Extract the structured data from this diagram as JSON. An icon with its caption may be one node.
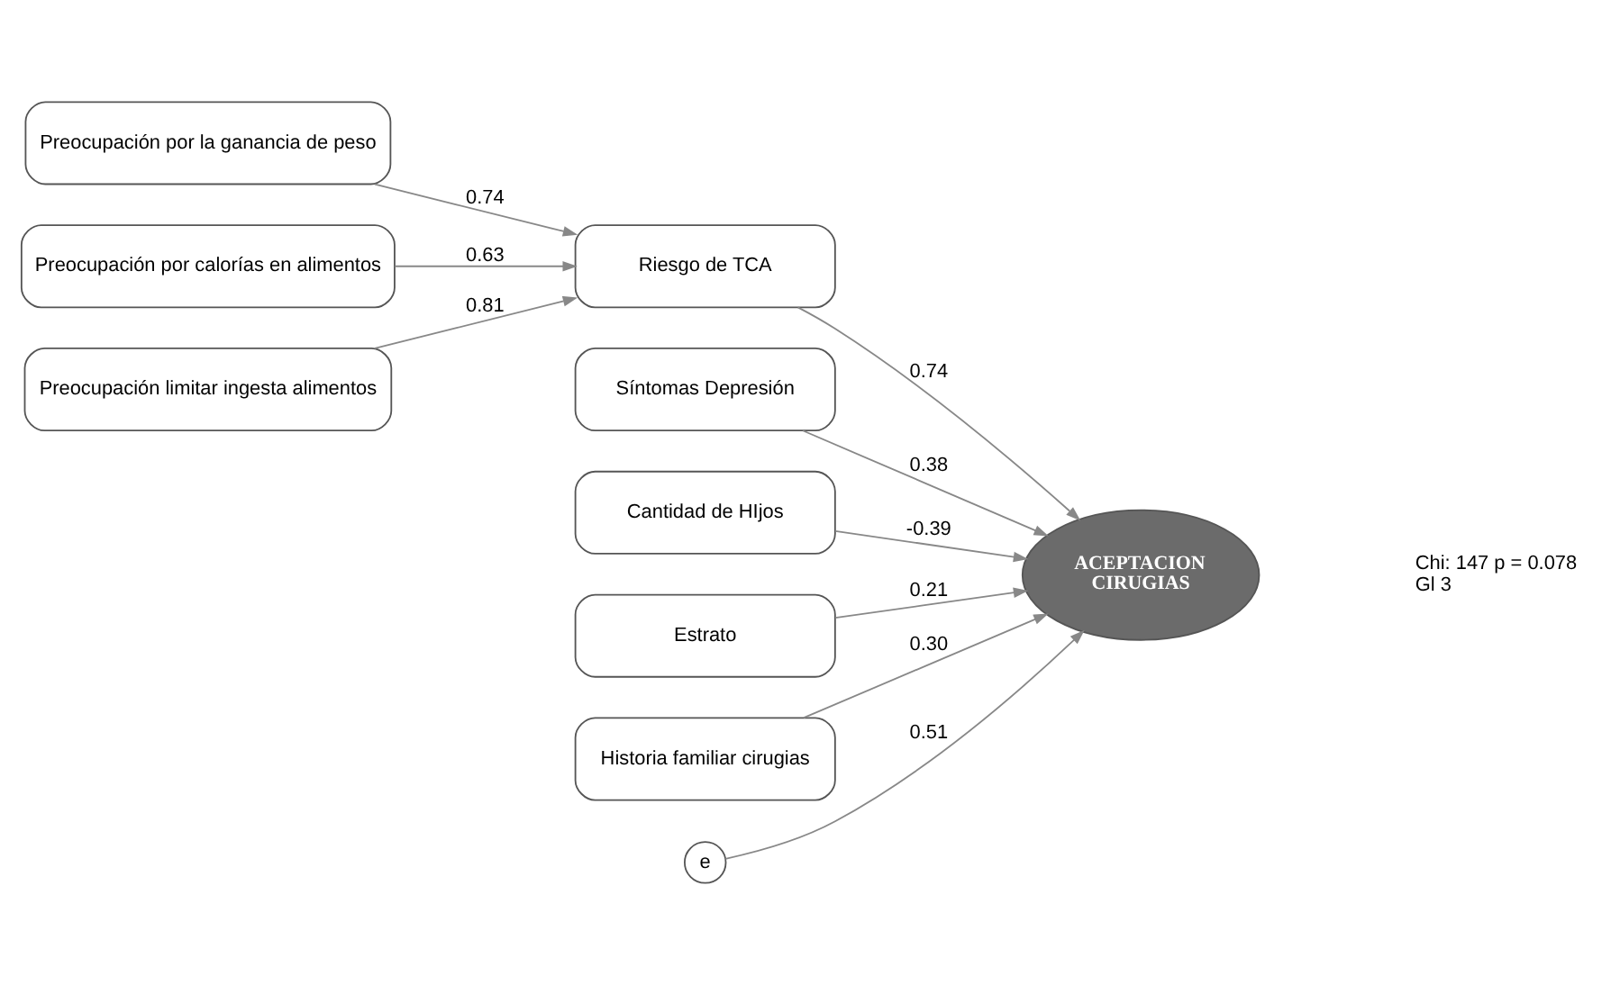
{
  "diagram": {
    "nodes": [
      {
        "text": [
          "Preocupación por la ganancia de peso"
        ]
      },
      {
        "text": [
          "Preocupación por calorías en alimentos"
        ]
      },
      {
        "text": [
          "Preocupación limitar ingesta alimentos"
        ]
      },
      {
        "text": [
          "Síntomas Depresión"
        ]
      },
      {
        "text": [
          "Riesgo de TCA"
        ]
      },
      {
        "text": [
          "Cantidad de HIjos"
        ]
      },
      {
        "text": [
          "Estrato"
        ]
      },
      {
        "text": [
          "Historia familiar cirugias"
        ]
      },
      {
        "text": [
          "e"
        ]
      },
      {
        "text": [
          "ACEPTACION CIRUGIAS"
        ]
      }
    ],
    "edges": [
      {
        "from": 0,
        "to": 4,
        "arrow": "to",
        "label": "0.74"
      },
      {
        "from": 1,
        "to": 4,
        "arrow": "to",
        "label": "0.63"
      },
      {
        "from": 2,
        "to": 4,
        "arrow": "to",
        "label": "0.81"
      },
      {
        "from": 3,
        "to": 9,
        "arrow": "to",
        "label": "0.38"
      },
      {
        "from": 4,
        "to": 9,
        "arrow": "to",
        "label": "0.74"
      },
      {
        "from": 5,
        "to": 9,
        "arrow": "to",
        "label": "-0.39"
      },
      {
        "from": 6,
        "to": 9,
        "arrow": "to",
        "label": "0.21"
      },
      {
        "from": 7,
        "to": 9,
        "arrow": "to",
        "label": "0.30"
      },
      {
        "from": 8,
        "to": 9,
        "arrow": "to",
        "label": "0.51"
      }
    ],
    "labels": [
      "Chi: 147 p = 0.078",
      "Gl 3"
    ]
  }
}
